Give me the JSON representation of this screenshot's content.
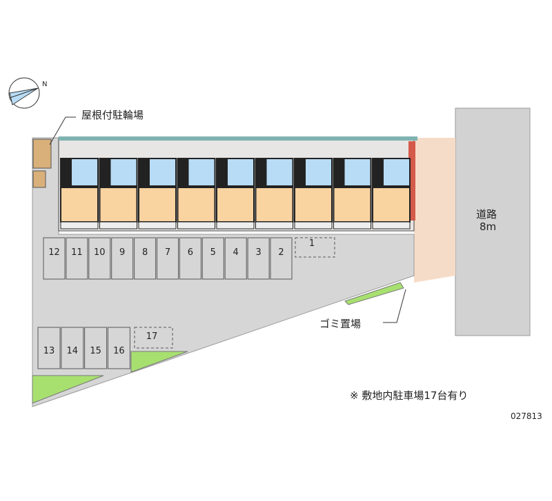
{
  "labels": {
    "bike_parking": "屋根付駐輪場",
    "road_name": "道路",
    "road_width": "8m",
    "trash": "ゴミ置場",
    "note": "※ 敷地内駐車場17台有り",
    "code": "027813"
  },
  "compass": {
    "north_letter": "N"
  },
  "parking_top": [
    "12",
    "11",
    "10",
    "9",
    "8",
    "7",
    "6",
    "5",
    "4",
    "3",
    "2",
    "1"
  ],
  "parking_bottom": [
    "13",
    "14",
    "15",
    "16",
    "17"
  ],
  "units": 9,
  "colors": {
    "lot": "#d6d6d6",
    "room": "#f9d3a0",
    "wet": "#b8dcf5",
    "green": "#a8e070",
    "road": "#d2d2d2",
    "peach": "#f5dcc8"
  }
}
